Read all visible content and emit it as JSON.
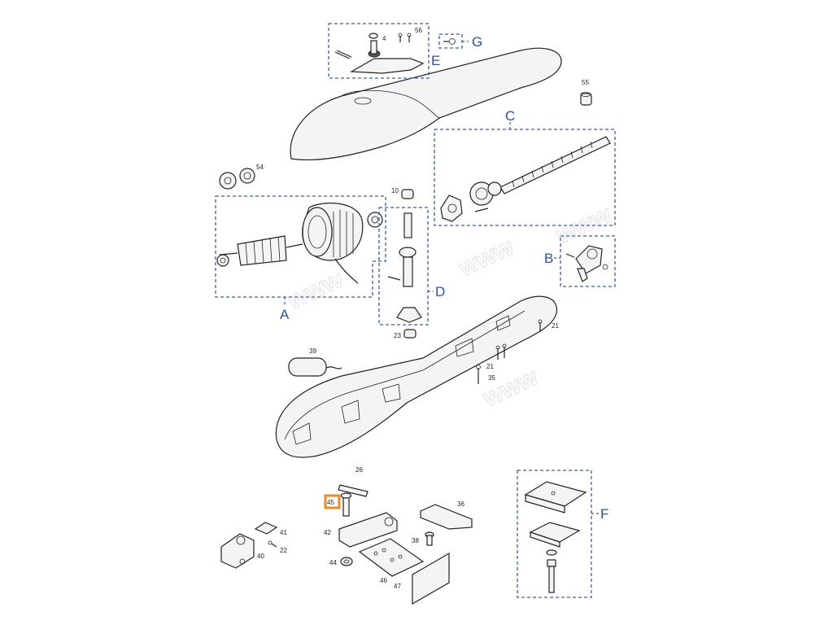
{
  "diagram": {
    "group_labels": {
      "A": "A",
      "B": "B",
      "C": "C",
      "D": "D",
      "E": "E",
      "F": "F",
      "G": "G"
    },
    "part_labels": {
      "p4": "4",
      "p56": "56",
      "p55": "55",
      "p54": "54",
      "p10": "10",
      "p23": "23",
      "p21a": "21",
      "p21b": "21",
      "p35": "35",
      "p39": "39",
      "p26": "26",
      "p45": "45",
      "p36": "36",
      "p42": "42",
      "p41": "41",
      "p22": "22",
      "p40": "40",
      "p38": "38",
      "p44": "44",
      "p46": "46",
      "p47": "47"
    },
    "highlighted_part": "45",
    "colors": {
      "group_box": "#3b5fa8",
      "group_label": "#2d4fb0",
      "highlight": "#f08a1c",
      "line": "#222222"
    }
  }
}
